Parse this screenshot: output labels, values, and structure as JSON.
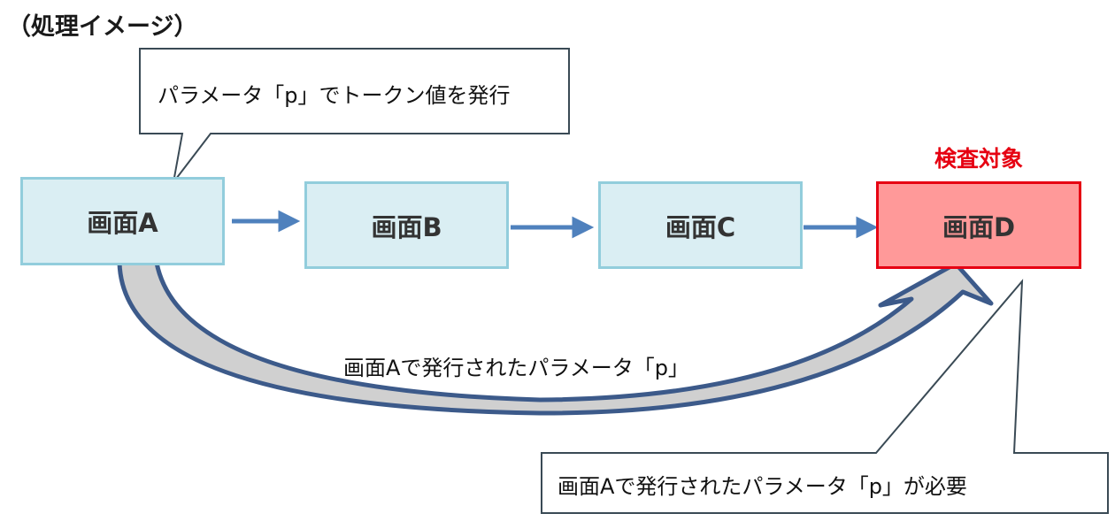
{
  "heading": "（処理イメージ）",
  "target_label": "検査対象",
  "screens": {
    "a": "画面A",
    "b": "画面B",
    "c": "画面C",
    "d": "画面D"
  },
  "callout_top": "パラメータ「p」でトークン値を発行",
  "curve_label": "画面Aで発行されたパラメータ「p」",
  "callout_bottom": "画面Aで発行されたパラメータ「p」が必要",
  "colors": {
    "screen_fill": "#daeef3",
    "screen_border": "#92cddc",
    "target_fill": "#ff9999",
    "target_border": "#e60012",
    "arrow": "#4f81bd",
    "curve_outline": "#3c5a8a",
    "curve_fill": "#d0d0d0",
    "target_text": "#e60012"
  }
}
